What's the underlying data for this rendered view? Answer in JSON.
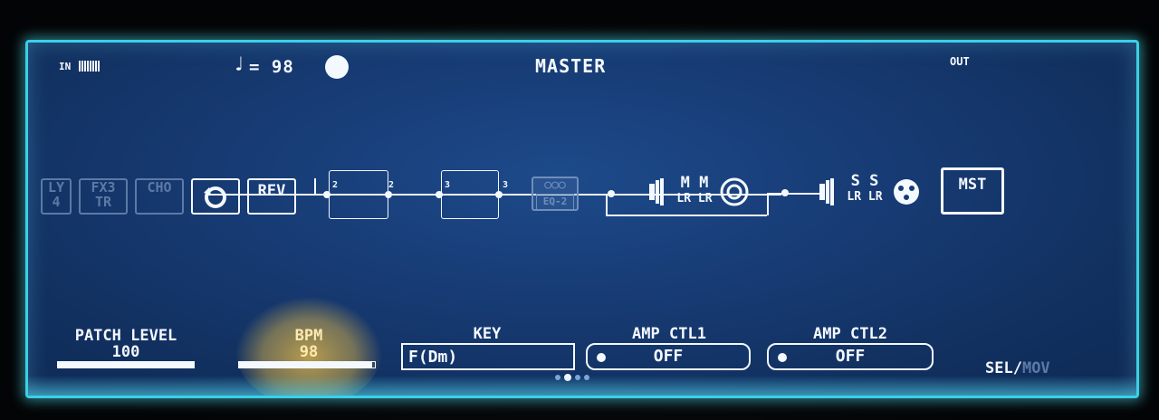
{
  "header": {
    "in_label": "IN",
    "tempo_note": "♩",
    "tempo_value": "= 98",
    "title": "MASTER",
    "out_label": "OUT"
  },
  "chain": {
    "blocks": [
      {
        "id": "dly",
        "label_top": "LY",
        "label_bottom": "4"
      },
      {
        "id": "fx3",
        "label_top": "FX3",
        "label_bottom": "TR"
      },
      {
        "id": "cho",
        "label_top": "CHO"
      },
      {
        "id": "loop",
        "label_top": ""
      },
      {
        "id": "rev",
        "label_top": "REV"
      },
      {
        "id": "div2",
        "num_in": "2",
        "num_out": "2"
      },
      {
        "id": "div3",
        "num_in": "3",
        "num_out": "3"
      },
      {
        "id": "eq2",
        "label_top": "○○○",
        "label_bottom": "EQ-2"
      },
      {
        "id": "main-out",
        "label_top": "M M",
        "label_bottom": "LR LR"
      },
      {
        "id": "sub-out",
        "label_top": "S S",
        "label_bottom": "LR LR"
      },
      {
        "id": "mst",
        "label_top": "MST"
      }
    ]
  },
  "params": {
    "patch_level": {
      "label": "PATCH LEVEL",
      "value": "100",
      "level": 1.0
    },
    "bpm": {
      "label": "BPM",
      "value": "98",
      "level": 0.98
    },
    "key": {
      "label": "KEY",
      "value": "F(Dm)"
    },
    "amp_ctl1": {
      "label": "AMP CTL1",
      "value": "OFF"
    },
    "amp_ctl2": {
      "label": "AMP CTL2",
      "value": "OFF"
    }
  },
  "footer": {
    "sel_label": "SEL/",
    "mov_label": "MOV"
  },
  "colors": {
    "screen_bg": "#173b74",
    "border_glow": "#3ad0e8",
    "foreground": "#f4f8ff",
    "dim": "#5c7aa6",
    "bpm_highlight": "#ecbe46"
  }
}
